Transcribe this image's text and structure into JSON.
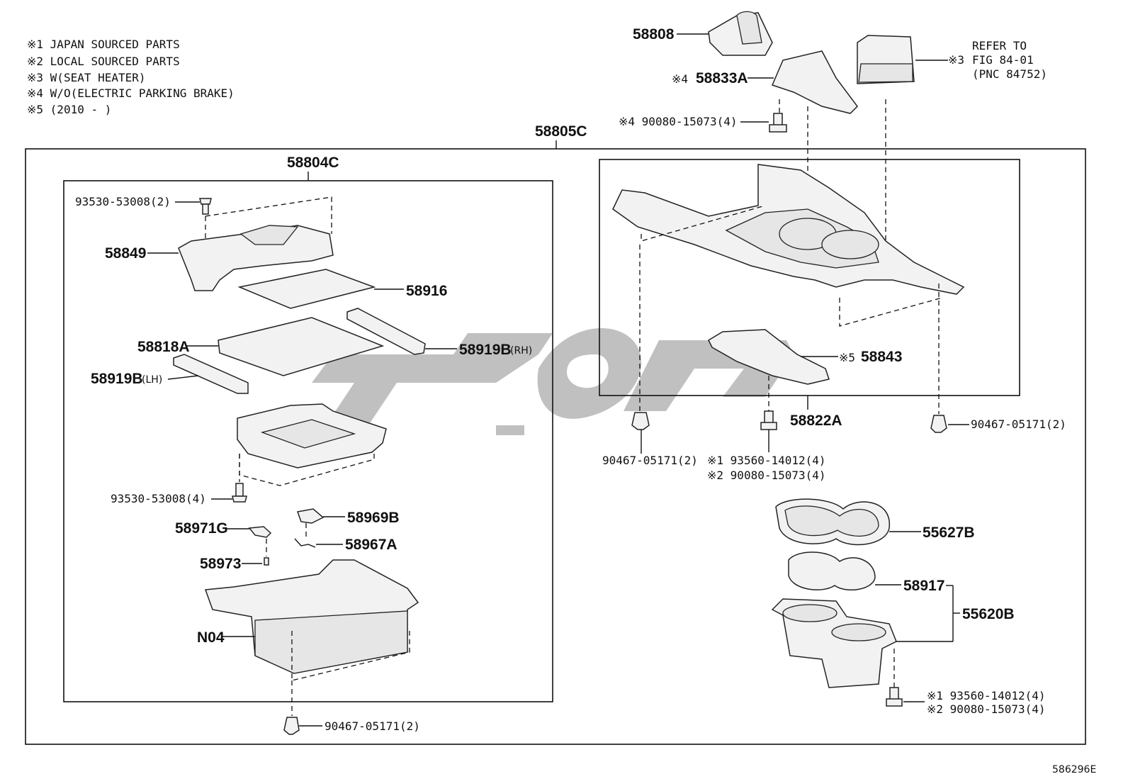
{
  "notes": [
    "※1 JAPAN SOURCED PARTS",
    "※2 LOCAL SOURCED PARTS",
    "※3 W(SEAT HEATER)",
    "※4 W/O(ELECTRIC PARKING BRAKE)",
    "※5 (2010 -        )"
  ],
  "assemblies": {
    "outer": "58805C",
    "left": "58804C",
    "right": "58822A"
  },
  "parts": {
    "p58808": "58808",
    "p58833A_mark": "※4",
    "p58833A": "58833A",
    "p90080_top": "※4 90080-15073(4)",
    "refer_mark": "※3",
    "refer_1": "REFER TO",
    "refer_2": "FIG 84-01",
    "refer_3": "(PNC 84752)",
    "p93530_top": "93530-53008(2)",
    "p58849": "58849",
    "p58916": "58916",
    "p58818A": "58818A",
    "p58919B_rh": "58919B",
    "p58919B_rh_side": "(RH)",
    "p58919B_lh": "58919B",
    "p58919B_lh_side": "(LH)",
    "p93530_bot": "93530-53008(4)",
    "p58969B": "58969B",
    "p58971G": "58971G",
    "p58967A": "58967A",
    "p58973": "58973",
    "pN04": "N04",
    "p90467_bottom": "90467-05171(2)",
    "p58843_mark": "※5",
    "p58843": "58843",
    "p90467_left": "90467-05171(2)",
    "p93560_mid": "※1 93560-14012(4)",
    "p90080_mid": "※2 90080-15073(4)",
    "p90467_right": "90467-05171(2)",
    "p55627B": "55627B",
    "p58917": "58917",
    "p55620B": "55620B",
    "p93560_bot": "※1 93560-14012(4)",
    "p90080_bot": "※2 90080-15073(4)"
  },
  "figure_id": "586296E",
  "watermark_icon": "brand-logo-watermark"
}
